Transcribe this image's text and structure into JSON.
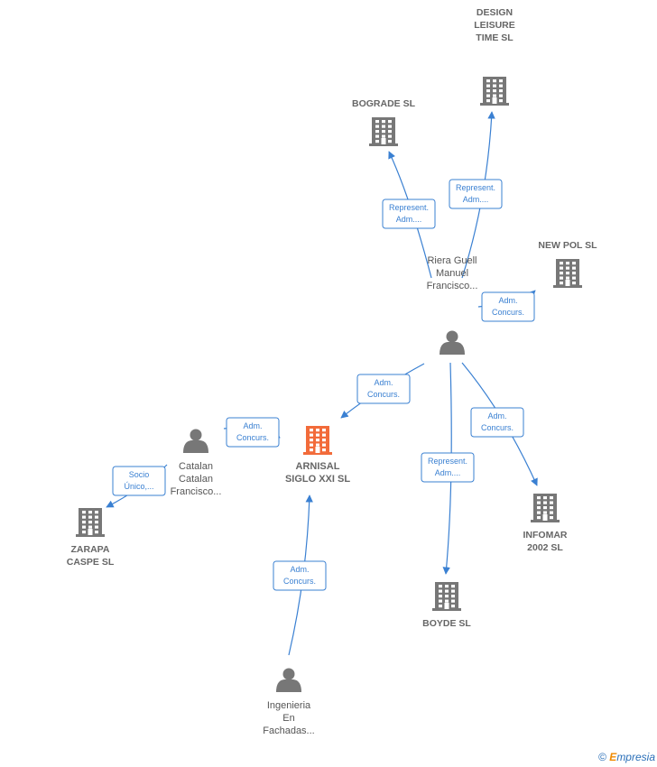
{
  "colors": {
    "edge": "#3a80d2",
    "company": "#777777",
    "company_main": "#f26b3a",
    "person": "#777777"
  },
  "nodes": [
    {
      "id": "arnisal",
      "type": "company-main",
      "icon": "building-icon",
      "label": [
        "ARNISAL",
        "SIGLO XXI SL"
      ]
    },
    {
      "id": "riera",
      "type": "person",
      "icon": "person-icon",
      "label": [
        "Riera Guell",
        "Manuel",
        "Francisco..."
      ]
    },
    {
      "id": "bograde",
      "type": "company",
      "icon": "building-icon",
      "label": [
        "BOGRADE SL"
      ]
    },
    {
      "id": "design",
      "type": "company",
      "icon": "building-icon",
      "label": [
        "DESIGN",
        "LEISURE",
        "TIME SL"
      ]
    },
    {
      "id": "newpol",
      "type": "company",
      "icon": "building-icon",
      "label": [
        "NEW POL SL"
      ]
    },
    {
      "id": "infomar",
      "type": "company",
      "icon": "building-icon",
      "label": [
        "INFOMAR",
        "2002 SL"
      ]
    },
    {
      "id": "boyde",
      "type": "company",
      "icon": "building-icon",
      "label": [
        "BOYDE SL"
      ]
    },
    {
      "id": "catalan",
      "type": "person",
      "icon": "person-icon",
      "label": [
        "Catalan",
        "Catalan",
        "Francisco..."
      ]
    },
    {
      "id": "zarapa",
      "type": "company",
      "icon": "building-icon",
      "label": [
        "ZARAPA",
        "CASPE SL"
      ]
    },
    {
      "id": "ingenieria",
      "type": "person",
      "icon": "person-icon",
      "label": [
        "Ingenieria",
        "En",
        "Fachadas..."
      ]
    }
  ],
  "edges": [
    {
      "from": "riera",
      "to": "bograde",
      "label": [
        "Represent.",
        "Adm...."
      ]
    },
    {
      "from": "riera",
      "to": "design",
      "label": [
        "Represent.",
        "Adm...."
      ]
    },
    {
      "from": "riera",
      "to": "newpol",
      "label": [
        "Adm.",
        "Concurs."
      ]
    },
    {
      "from": "riera",
      "to": "arnisal",
      "label": [
        "Adm.",
        "Concurs."
      ]
    },
    {
      "from": "riera",
      "to": "boyde",
      "label": [
        "Represent.",
        "Adm...."
      ]
    },
    {
      "from": "riera",
      "to": "infomar",
      "label": [
        "Adm.",
        "Concurs."
      ]
    },
    {
      "from": "catalan",
      "to": "arnisal",
      "label": [
        "Adm.",
        "Concurs."
      ]
    },
    {
      "from": "catalan",
      "to": "zarapa",
      "label": [
        "Socio",
        "Único,..."
      ]
    },
    {
      "from": "ingenieria",
      "to": "arnisal",
      "label": [
        "Adm.",
        "Concurs."
      ]
    }
  ],
  "footer": {
    "copyright_symbol": "©",
    "brand_first": "E",
    "brand_rest": "mpresia"
  }
}
